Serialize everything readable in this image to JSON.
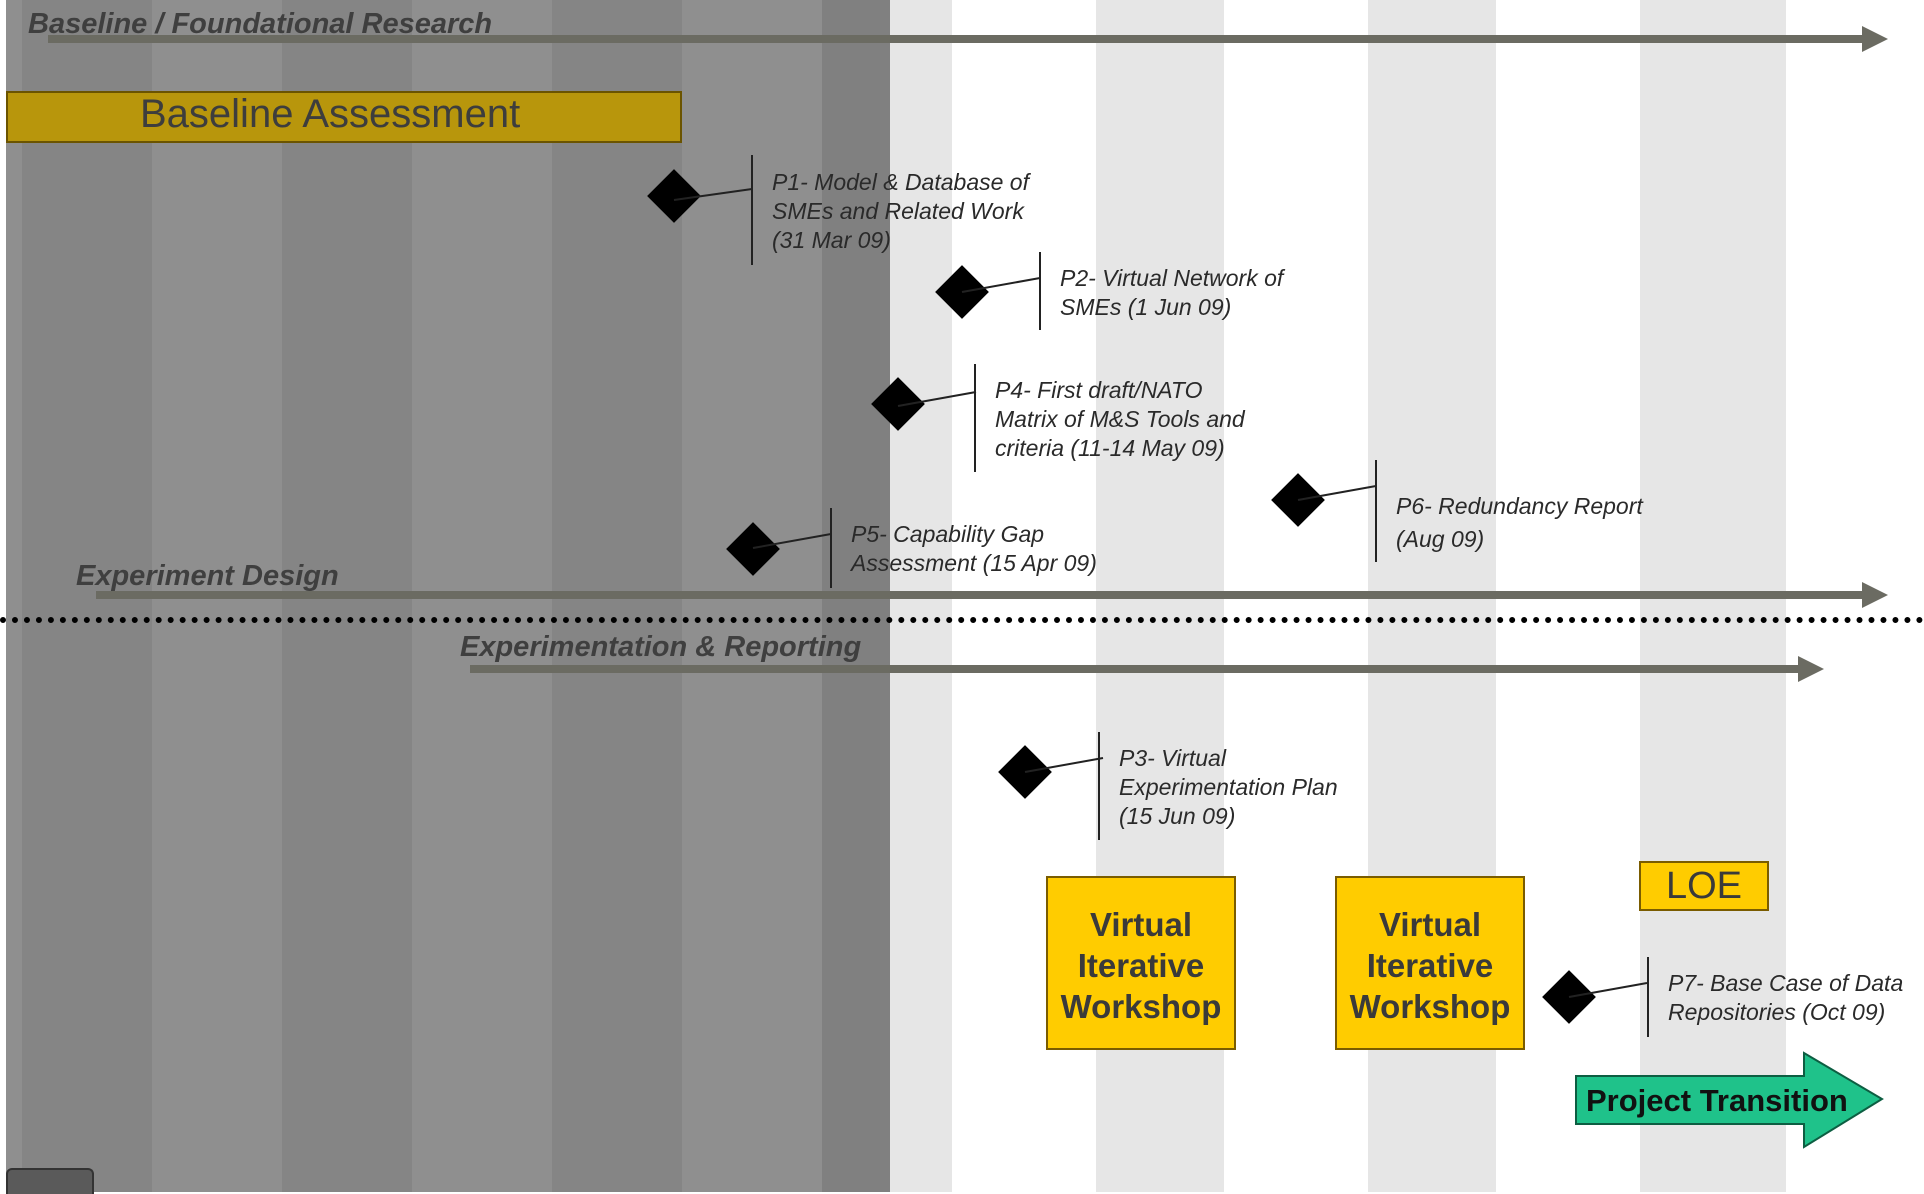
{
  "lanes": {
    "baseline": "Baseline / Foundational Research",
    "experiment_design": "Experiment Design",
    "experimentation": "Experimentation & Reporting"
  },
  "baseline_assessment": "Baseline Assessment",
  "milestones": {
    "p1": [
      "P1- Model & Database of",
      "SMEs and Related Work",
      "(31 Mar 09)"
    ],
    "p2": [
      "P2- Virtual Network of",
      "SMEs (1 Jun 09)"
    ],
    "p4": [
      "P4- First draft/NATO",
      "Matrix of M&S Tools and",
      "criteria (11-14 May 09)"
    ],
    "p5": [
      "P5- Capability Gap",
      "Assessment (15 Apr 09)"
    ],
    "p6": [
      "P6- Redundancy  Report",
      "(Aug 09)"
    ],
    "p3": [
      "P3- Virtual",
      "Experimentation Plan",
      "(15 Jun 09)"
    ],
    "p7": [
      "P7- Base Case of Data",
      "Repositories (Oct 09)"
    ]
  },
  "workshops": {
    "w1": [
      "Virtual",
      "Iterative",
      "Workshop"
    ],
    "w2": [
      "Virtual",
      "Iterative",
      "Workshop"
    ]
  },
  "loe": "LOE",
  "project_transition": "Project Transition",
  "colors": {
    "completed_region": "#8c8c8c",
    "baseline_bar": "#b8960c",
    "workshop": "#ffcc00",
    "transition": "#1fc28a",
    "arrow": "#6b6b62"
  }
}
